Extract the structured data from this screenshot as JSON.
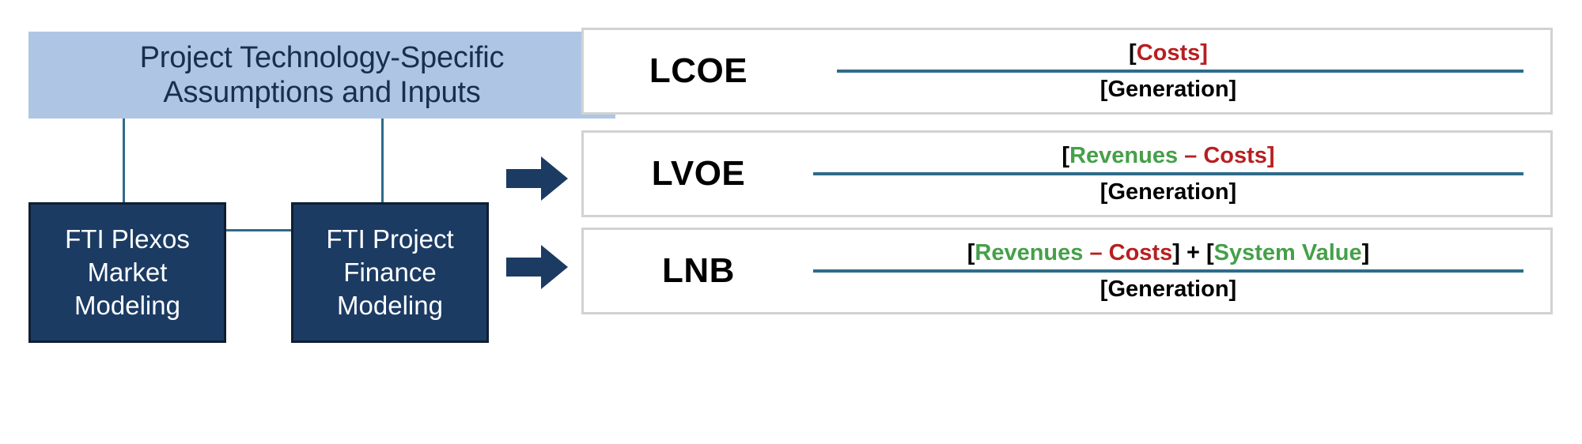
{
  "diagram": {
    "title": "FTI modeling flow to levelized metrics",
    "colors": {
      "light_blue": "#AEC6E4",
      "navy": "#1B3B63",
      "connector": "#2E6B8A",
      "panel_border": "#D2D2D2",
      "cost_red": "#B81F20",
      "revenue_green": "#45A049",
      "generation_blue": "#2E7BC4",
      "text_navy": "#16304D"
    }
  },
  "inputs": {
    "line1": "Project Technology-Specific",
    "line2": "Assumptions and Inputs"
  },
  "models": [
    {
      "id": "plexos",
      "line1": "FTI Plexos",
      "line2": "Market",
      "line3": "Modeling"
    },
    {
      "id": "finance",
      "line1": "FTI Project",
      "line2": "Finance",
      "line3": "Modeling"
    }
  ],
  "arrows": [
    {
      "id": "arrow-lcoe",
      "icon": "arrow-right-icon",
      "color": "#AEC6E4"
    },
    {
      "id": "arrow-lvoe",
      "icon": "arrow-right-icon",
      "color": "#1B3B63"
    },
    {
      "id": "arrow-lnb",
      "icon": "arrow-right-icon",
      "color": "#1B3B63"
    }
  ],
  "metrics": [
    {
      "id": "lcoe",
      "label": "LCOE",
      "numerator_text": "[Costs]",
      "denominator_text": "[Generation]",
      "numerator_tokens": [
        {
          "text": "[",
          "role": "bracket"
        },
        {
          "text": "Costs",
          "role": "cost"
        },
        {
          "text": "]",
          "role": "cost"
        }
      ],
      "denominator_tokens": [
        {
          "text": "[",
          "role": "bracket"
        },
        {
          "text": "Generation",
          "role": "generation"
        },
        {
          "text": "]",
          "role": "bracket"
        }
      ]
    },
    {
      "id": "lvoe",
      "label": "LVOE",
      "numerator_text": "[Revenues – Costs]",
      "denominator_text": "[Generation]",
      "numerator_tokens": [
        {
          "text": "[",
          "role": "bracket"
        },
        {
          "text": "Revenues",
          "role": "revenue"
        },
        {
          "text": " – ",
          "role": "minus"
        },
        {
          "text": "Costs",
          "role": "cost"
        },
        {
          "text": "]",
          "role": "cost"
        }
      ],
      "denominator_tokens": [
        {
          "text": "[",
          "role": "bracket"
        },
        {
          "text": "Generation",
          "role": "generation"
        },
        {
          "text": "]",
          "role": "bracket"
        }
      ]
    },
    {
      "id": "lnb",
      "label": "LNB",
      "numerator_text": "[Revenues – Costs] + [System Value]",
      "denominator_text": "[Generation]",
      "numerator_tokens": [
        {
          "text": "[",
          "role": "bracket"
        },
        {
          "text": "Revenues",
          "role": "revenue"
        },
        {
          "text": " – ",
          "role": "minus"
        },
        {
          "text": "Costs",
          "role": "cost"
        },
        {
          "text": "]",
          "role": "bracket"
        },
        {
          "text": " + ",
          "role": "op"
        },
        {
          "text": "[",
          "role": "bracket"
        },
        {
          "text": "System Value",
          "role": "sysval"
        },
        {
          "text": "]",
          "role": "bracket"
        }
      ],
      "denominator_tokens": [
        {
          "text": "[",
          "role": "bracket"
        },
        {
          "text": "Generation",
          "role": "generation"
        },
        {
          "text": "]",
          "role": "bracket"
        }
      ]
    }
  ]
}
